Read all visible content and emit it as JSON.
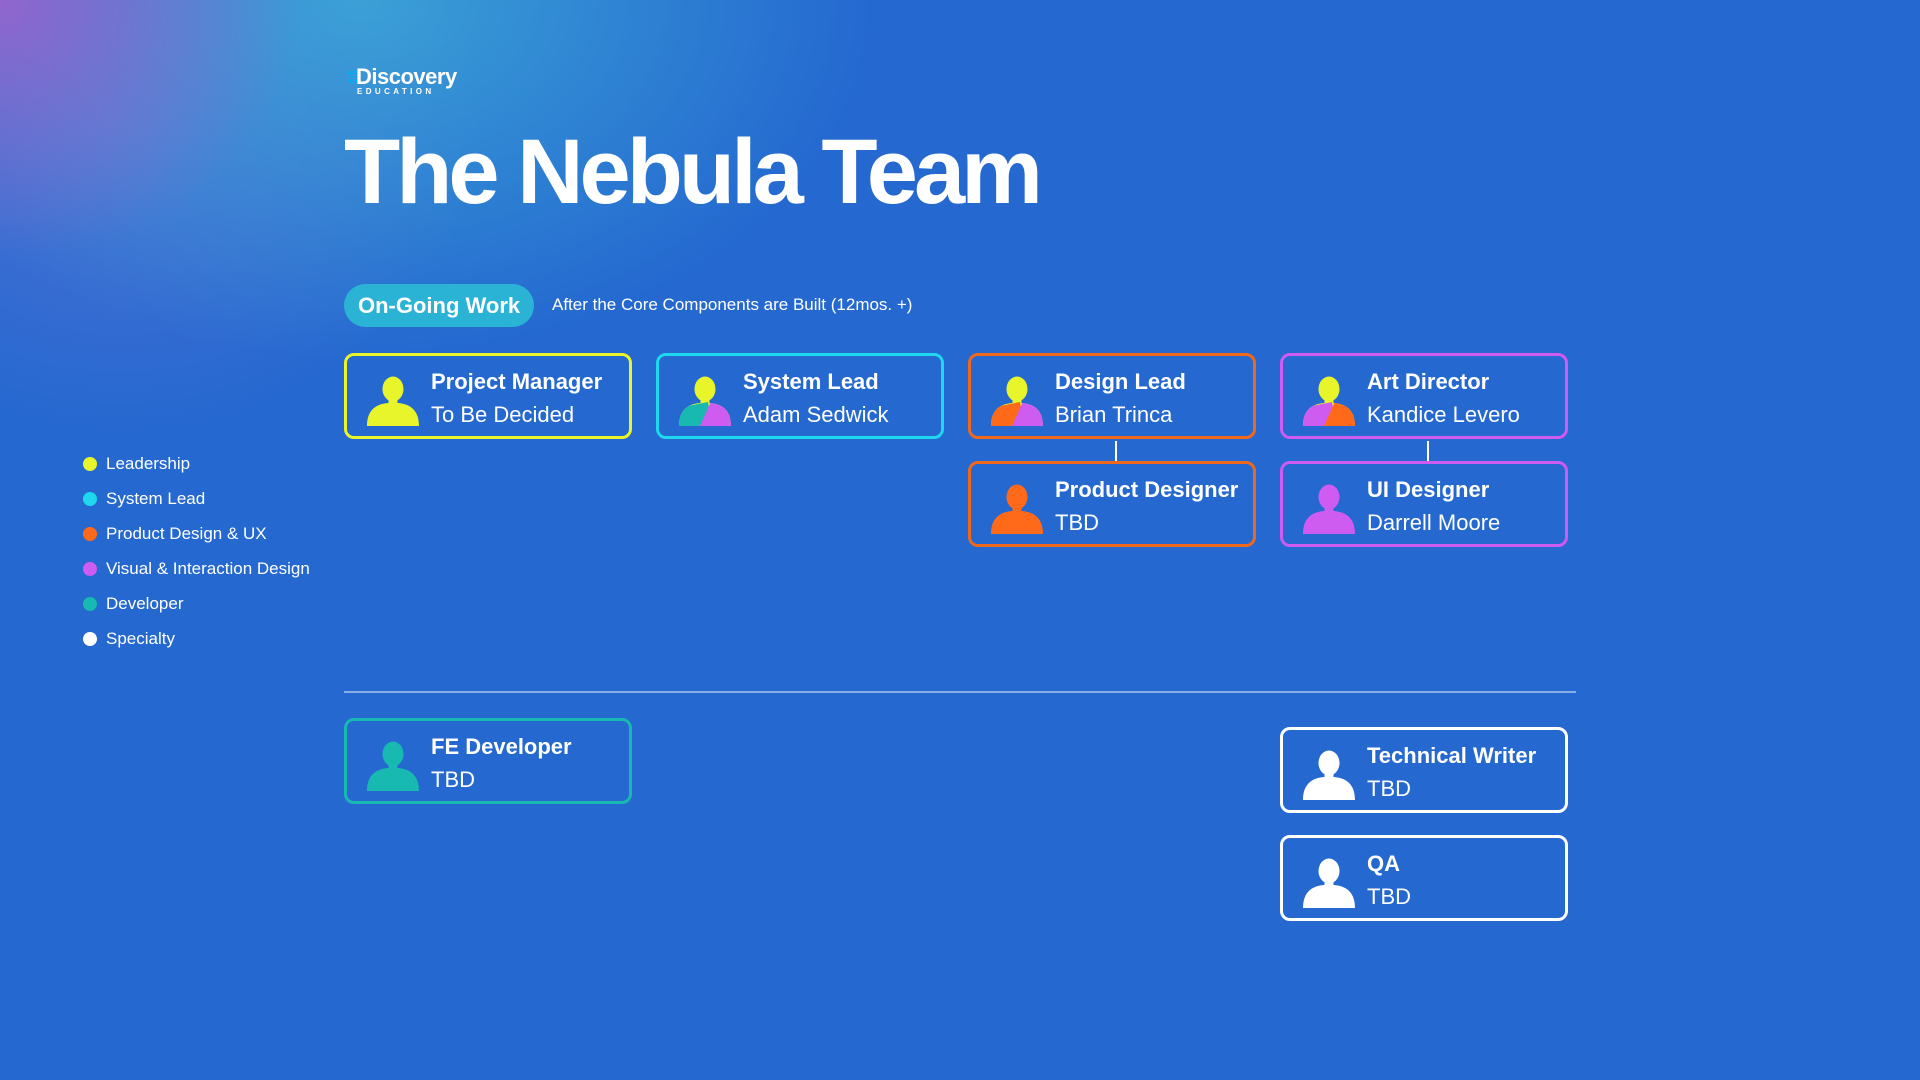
{
  "logo": {
    "wordmark": "Discovery",
    "sub": "EDUCATION"
  },
  "title": "The Nebula Team",
  "phase": {
    "label": "On-Going Work",
    "description": "After the Core Components are Built (12mos. +)"
  },
  "legend": [
    {
      "label": "Leadership",
      "color": "#e8f52a"
    },
    {
      "label": "System Lead",
      "color": "#1fd8ee"
    },
    {
      "label": "Product Design & UX",
      "color": "#ff6a1a"
    },
    {
      "label": "Visual & Interaction Design",
      "color": "#cf5cf0"
    },
    {
      "label": "Developer",
      "color": "#17b9b0"
    },
    {
      "label": "Specialty",
      "color": "#ffffff"
    }
  ],
  "cards": [
    {
      "role": "Project Manager",
      "name": "To Be Decided",
      "category": "Leadership",
      "border_color": "#e8f52a",
      "avatar": [
        "#e8f52a"
      ]
    },
    {
      "role": "System Lead",
      "name": "Adam Sedwick",
      "category": "System Lead",
      "border_color": "#1fd8ee",
      "avatar": [
        "#e8f52a",
        "#17b9b0",
        "#cf5cf0"
      ]
    },
    {
      "role": "Design Lead",
      "name": "Brian Trinca",
      "category": "Product Design & UX",
      "border_color": "#f0681c",
      "avatar": [
        "#e8f52a",
        "#ff6a1a",
        "#cf5cf0"
      ]
    },
    {
      "role": "Art Director",
      "name": "Kandice Levero",
      "category": "Visual & Interaction Design",
      "border_color": "#cf5cf0",
      "avatar": [
        "#e8f52a",
        "#cf5cf0",
        "#ff6a1a"
      ]
    },
    {
      "role": "Product Designer",
      "name": "TBD",
      "category": "Product Design & UX",
      "border_color": "#f0681c",
      "avatar": [
        "#ff6a1a"
      ]
    },
    {
      "role": "UI Designer",
      "name": "Darrell Moore",
      "category": "Visual & Interaction Design",
      "border_color": "#cf5cf0",
      "avatar": [
        "#cf5cf0"
      ]
    },
    {
      "role": "FE Developer",
      "name": "TBD",
      "category": "Developer",
      "border_color": "#17b9b0",
      "avatar": [
        "#17b9b0"
      ]
    },
    {
      "role": "Technical Writer",
      "name": "TBD",
      "category": "Specialty",
      "border_color": "#ffffff",
      "avatar": [
        "#ffffff"
      ]
    },
    {
      "role": "QA",
      "name": "TBD",
      "category": "Specialty",
      "border_color": "#ffffff",
      "avatar": [
        "#ffffff"
      ]
    }
  ],
  "connections": [
    {
      "from": "Design Lead",
      "to": "Product Designer"
    },
    {
      "from": "Art Director",
      "to": "UI Designer"
    }
  ]
}
